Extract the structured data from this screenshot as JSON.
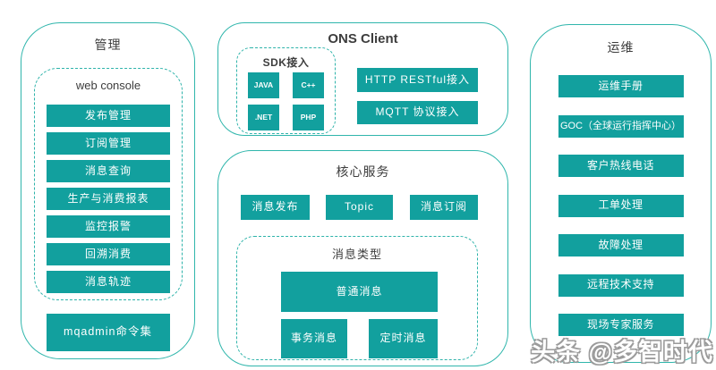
{
  "colors": {
    "accent": "#12a09e",
    "panel_border": "#30b6ac",
    "title_text": "#3d3d3d",
    "button_text": "#ffffff"
  },
  "management": {
    "title": "管理",
    "web_console": {
      "title": "web console",
      "items": [
        "发布管理",
        "订阅管理",
        "消息查询",
        "生产与消费报表",
        "监控报警",
        "回溯消费",
        "消息轨迹"
      ]
    },
    "mqadmin": "mqadmin命令集"
  },
  "ons_client": {
    "title": "ONS Client",
    "sdk": {
      "title": "SDK接入",
      "items": [
        "JAVA",
        "C++",
        ".NET",
        "PHP"
      ]
    },
    "http_button": "HTTP RESTful接入",
    "mqtt_button": "MQTT  协议接入"
  },
  "core_services": {
    "title": "核心服务",
    "items": [
      "消息发布",
      "Topic",
      "消息订阅"
    ],
    "message_types": {
      "title": "消息类型",
      "primary": "普通消息",
      "items": [
        "事务消息",
        "定时消息"
      ]
    }
  },
  "operations": {
    "title": "运维",
    "items": [
      "运维手册",
      "GOC（全球运行指挥中心）",
      "客户热线电话",
      "工单处理",
      "故障处理",
      "远程技术支持",
      "现场专家服务"
    ]
  },
  "watermark": {
    "text": "头条 @多智时代"
  }
}
